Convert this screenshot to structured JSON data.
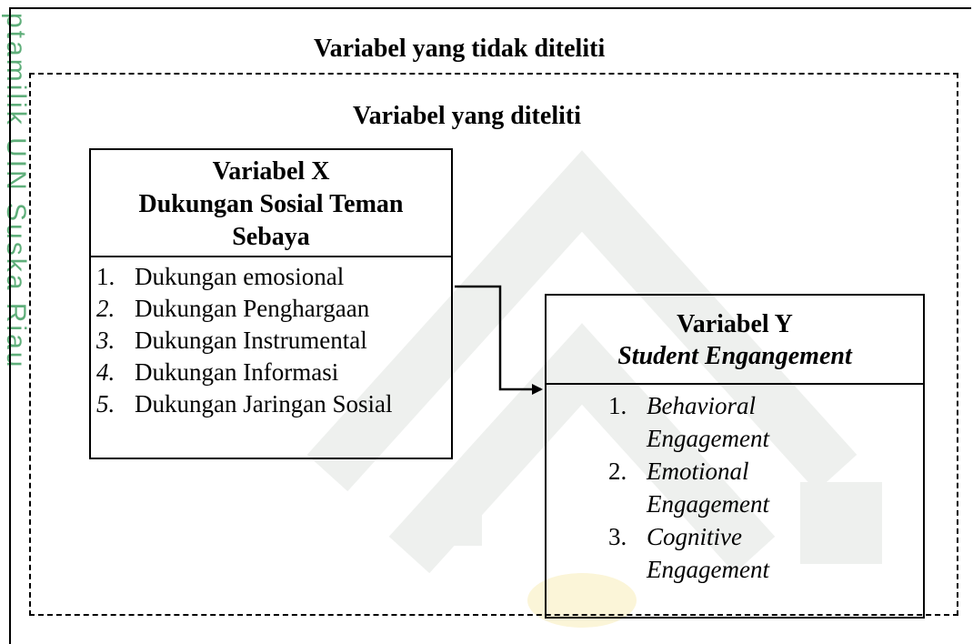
{
  "watermark_side_text": "ptamilik UIN Suska Riau",
  "colors": {
    "watermark_green": "#5fae7a",
    "line": "#000000"
  },
  "diagram": {
    "outer_title": "Variabel yang tidak diteliti",
    "inner_title": "Variabel yang diteliti",
    "x_box": {
      "heading": [
        "Variabel X",
        "Dukungan Sosial Teman",
        "Sebaya"
      ],
      "items": [
        {
          "num": "1.",
          "text": "Dukungan emosional"
        },
        {
          "num": "2.",
          "text": "Dukungan Penghargaan"
        },
        {
          "num": "3.",
          "text": "Dukungan Instrumental"
        },
        {
          "num": "4.",
          "text": "Dukungan Informasi"
        },
        {
          "num": "5.",
          "text": "Dukungan Jaringan Sosial"
        }
      ]
    },
    "y_box": {
      "heading_line1": "Variabel Y",
      "heading_line2": "Student Engangement",
      "items": [
        {
          "num": "1.",
          "line1": "Behavioral",
          "line2": "Engagement"
        },
        {
          "num": "2.",
          "line1": "Emotional",
          "line2": "Engagement"
        },
        {
          "num": "3.",
          "line1": "Cognitive",
          "line2": "Engagement"
        }
      ]
    }
  }
}
